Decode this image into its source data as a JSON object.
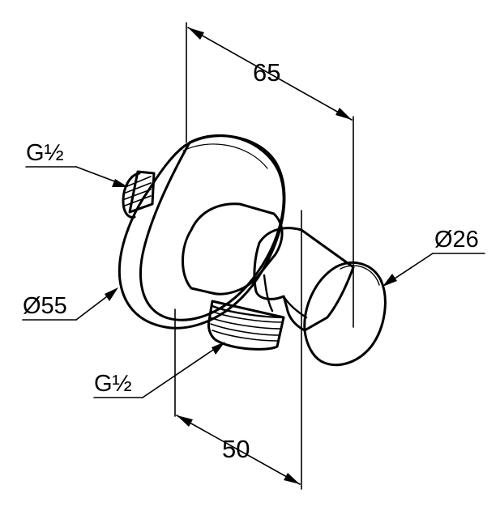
{
  "dimensions": {
    "overall_length": "65",
    "projection": "50",
    "flange_diameter": "Ø55",
    "holder_diameter": "Ø26",
    "inlet_thread": "G½",
    "outlet_thread": "G½"
  }
}
